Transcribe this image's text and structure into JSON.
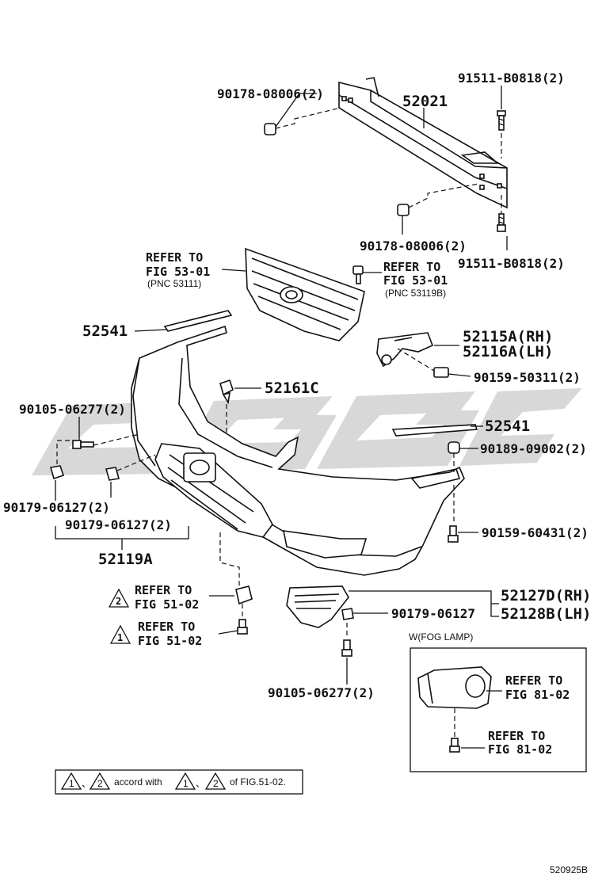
{
  "diagram_code": "520925B",
  "legend": {
    "marker_1": "1",
    "marker_2": "2",
    "separator": "、",
    "accord_text": "accord with",
    "of_text": "of FIG.51-02."
  },
  "fog_lamp_box": {
    "title": "W(FOG LAMP)"
  },
  "callouts": {
    "p52021": "52021",
    "p91511_top": "91511-B0818(2)",
    "p90178_top": "90178-08006(2)",
    "p90178_bot": "90178-08006(2)",
    "p91511_bot": "91511-B0818(2)",
    "grille_ref_line1": "REFER TO",
    "grille_ref_line2": "FIG 53-01",
    "grille_ref_line3": "(PNC 53111)",
    "emblem_ref_line1": "REFER TO",
    "emblem_ref_line2": "FIG 53-01",
    "emblem_ref_line3": "(PNC 53119B)",
    "p52541_left": "52541",
    "p52115": "52115A(RH)",
    "p52116": "52116A(LH)",
    "p90159_50311": "90159-50311(2)",
    "p52161": "52161C",
    "p90105_left": "90105-06277(2)",
    "p52541_right": "52541",
    "p90189": "90189-09002(2)",
    "p90179_a": "90179-06127(2)",
    "p90179_b": "90179-06127(2)",
    "p90159_60431": "90159-60431(2)",
    "p52119": "52119A",
    "ref_a_marker": "2",
    "ref_a_line1": "REFER TO",
    "ref_a_line2": "FIG 51-02",
    "ref_b_marker": "1",
    "ref_b_line1": "REFER TO",
    "ref_b_line2": "FIG 51-02",
    "p52127": "52127D(RH)",
    "p52128": "52128B(LH)",
    "p90179_single": "90179-06127",
    "p90105_bottom": "90105-06277(2)",
    "fog_ref1_line1": "REFER TO",
    "fog_ref1_line2": "FIG 81-02",
    "fog_ref2_line1": "REFER TO",
    "fog_ref2_line2": "FIG 81-02"
  },
  "colors": {
    "ink": "#111111",
    "watermark": "#c9c9c9",
    "background": "#ffffff"
  }
}
